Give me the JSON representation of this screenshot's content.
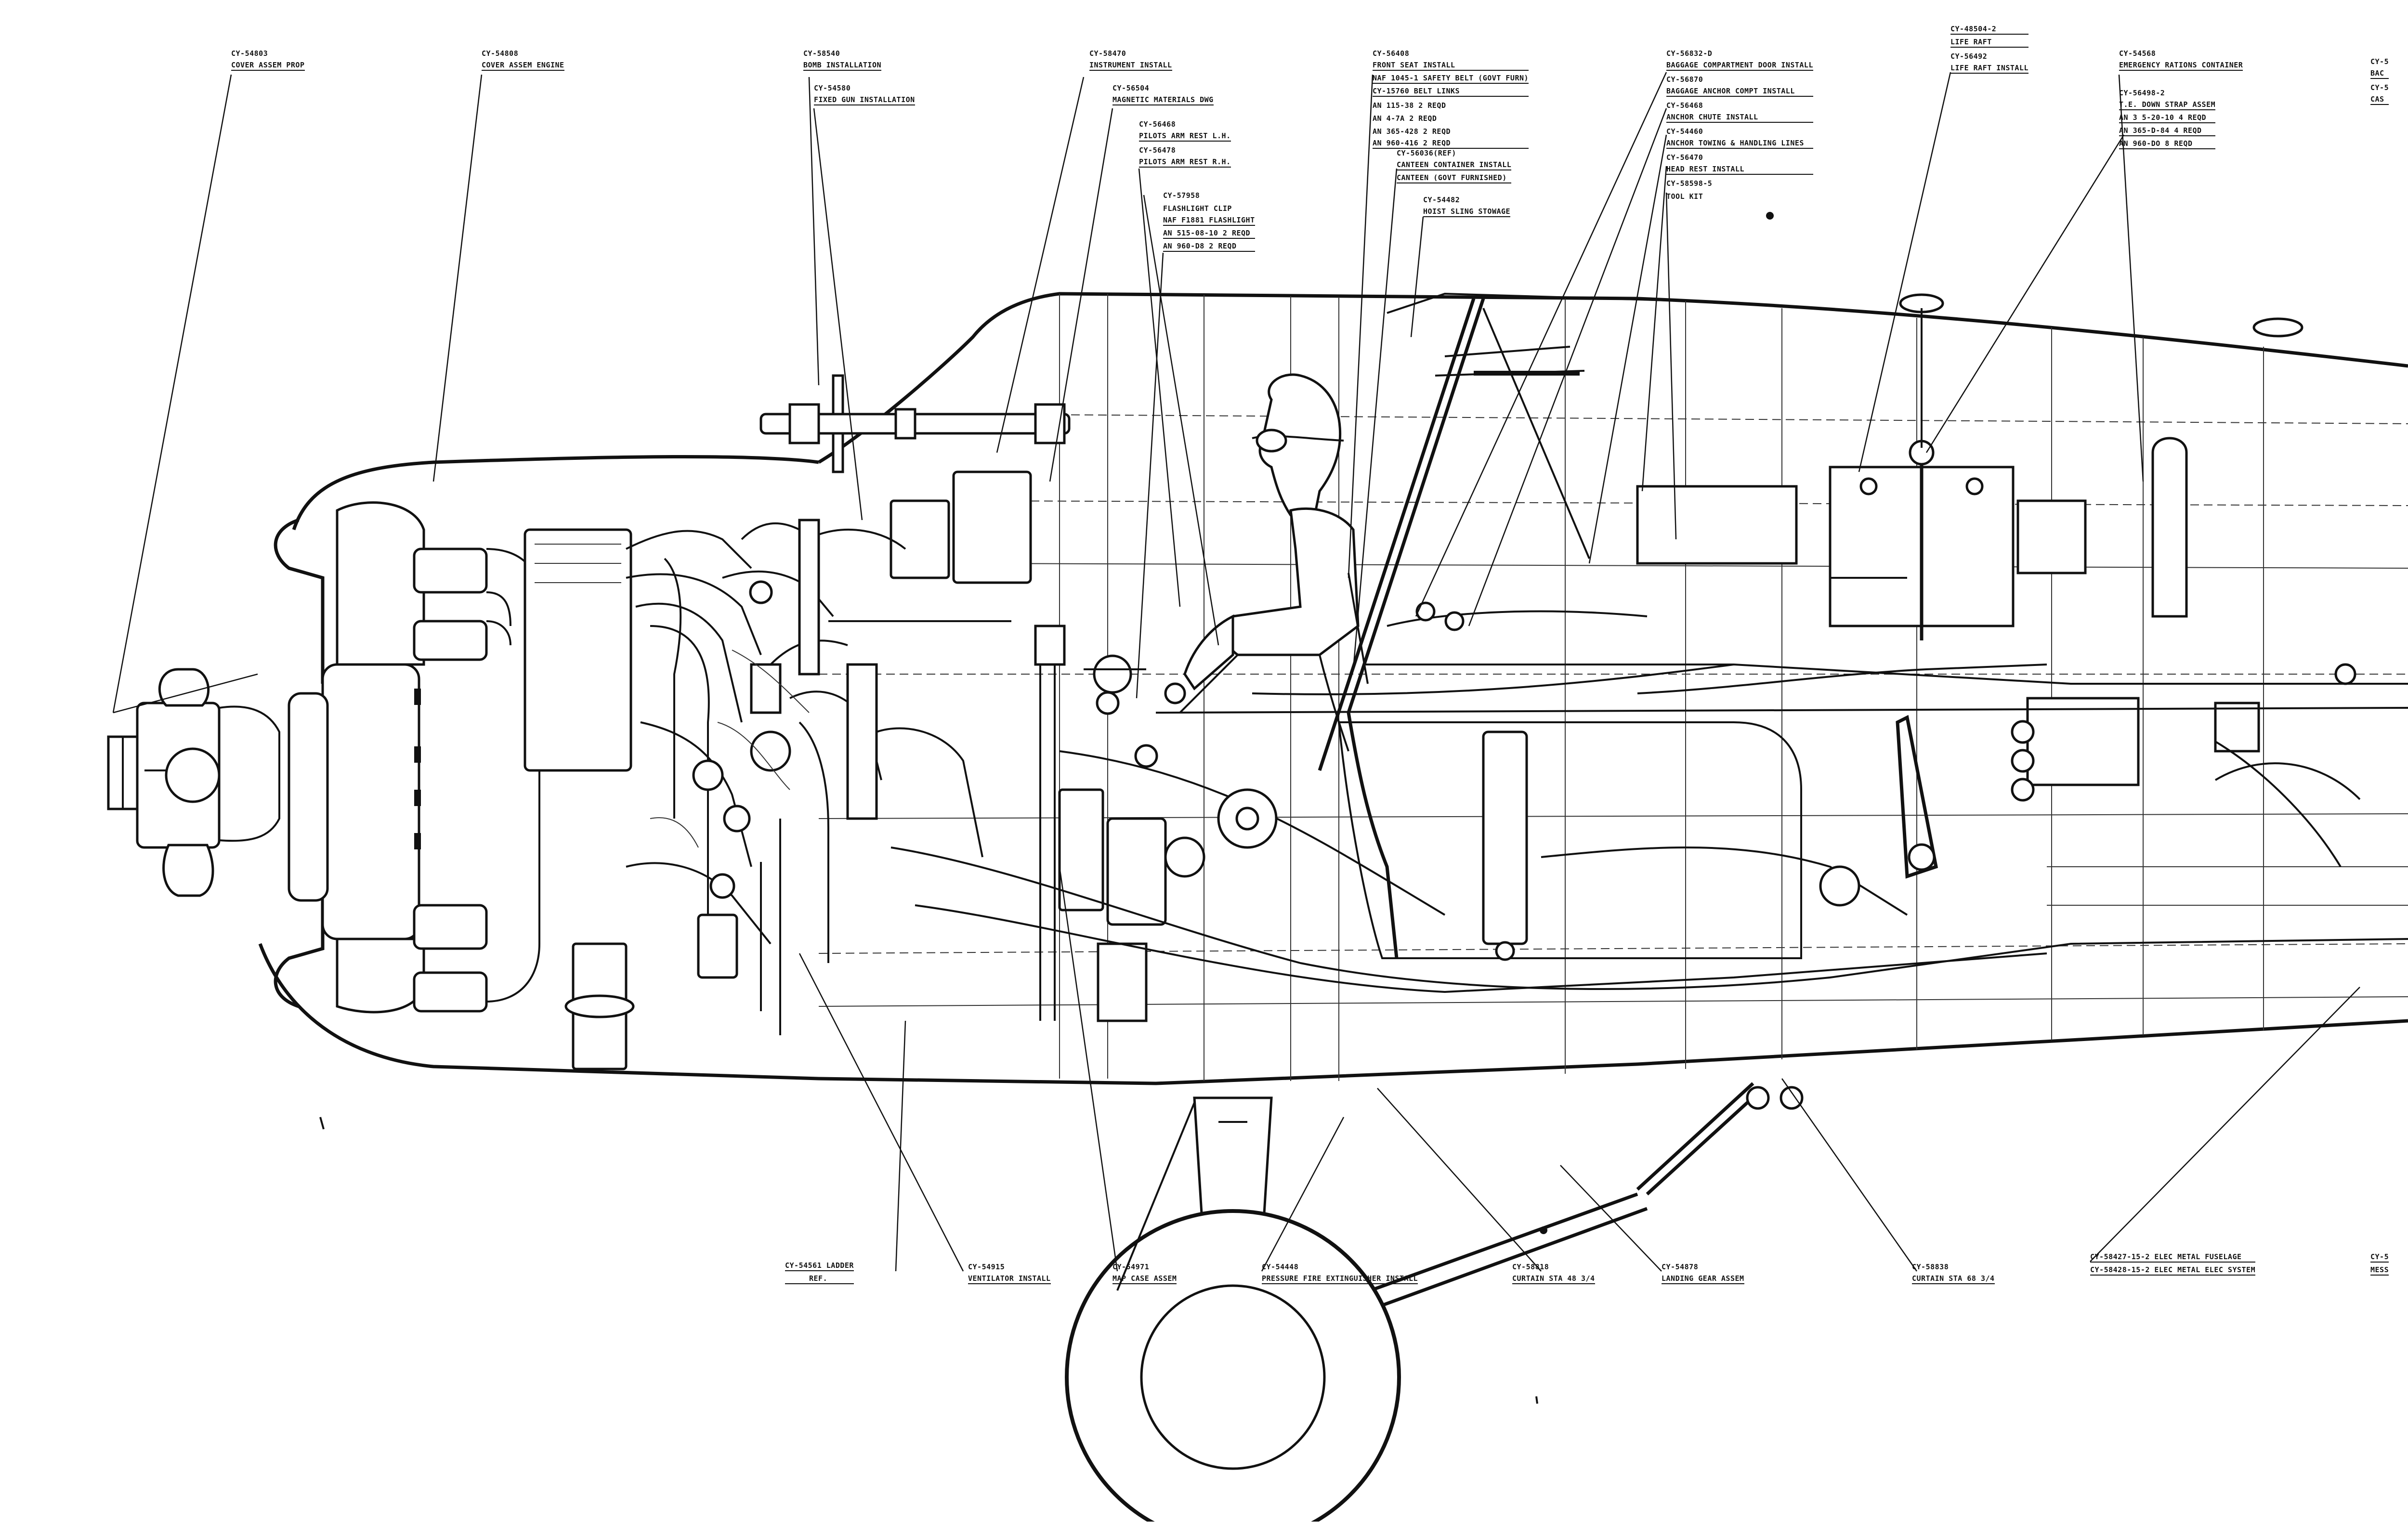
{
  "labels_top": [
    {
      "id": "cover-prop",
      "lines": [
        "CY-54803",
        "COVER ASSEM PROP"
      ]
    },
    {
      "id": "cover-engine",
      "lines": [
        "CY-54808",
        "COVER ASSEM ENGINE"
      ]
    },
    {
      "id": "bomb",
      "lines": [
        "CY-58540",
        "BOMB INSTALLATION"
      ]
    },
    {
      "id": "fixed-gun",
      "lines": [
        "CY-54580",
        "FIXED GUN INSTALLATION"
      ]
    },
    {
      "id": "instrument",
      "lines": [
        "CY-58470",
        "INSTRUMENT INSTALL"
      ]
    },
    {
      "id": "magnetic",
      "lines": [
        "CY-56504",
        "MAGNETIC MATERIALS DWG"
      ]
    },
    {
      "id": "arm-rest",
      "lines": [
        "CY-56468",
        "PILOTS ARM REST L.H.",
        "CY-56478",
        "PILOTS ARM REST R.H."
      ]
    },
    {
      "id": "flashlight",
      "lines": [
        "CY-57958",
        "FLASHLIGHT CLIP",
        "NAF F1881 FLASHLIGHT",
        "AN 515-08-10   2 REQD",
        "AN 960-D8      2 REQD"
      ]
    },
    {
      "id": "front-seat",
      "lines": [
        "CY-56408",
        "FRONT SEAT INSTALL",
        "NAF 1045-1 SAFETY BELT (GOVT FURN)",
        "CY-15760 BELT LINKS",
        "AN 115-38   2 REQD",
        "AN 4-7A     2 REQD",
        "AN 365-428  2 REQD",
        "AN 960-416  2 REQD"
      ]
    },
    {
      "id": "canteen",
      "lines": [
        "CY-56036(REF)",
        "CANTEEN CONTAINER INSTALL",
        "CANTEEN (GOVT FURNISHED)"
      ]
    },
    {
      "id": "hoist",
      "lines": [
        "CY-54482",
        "HOIST SLING STOWAGE"
      ]
    },
    {
      "id": "baggage",
      "lines": [
        "CY-56832-D",
        "BAGGAGE COMPARTMENT DOOR INSTALL",
        "CY-56870",
        "BAGGAGE ANCHOR COMPT INSTALL",
        "CY-56468",
        "ANCHOR CHUTE INSTALL",
        "CY-54460",
        "ANCHOR TOWING & HANDLING LINES",
        "CY-56470",
        "HEAD REST INSTALL",
        "CY-58598-5",
        "TOOL KIT"
      ]
    },
    {
      "id": "life-raft",
      "lines": [
        "CY-48504-2",
        "LIFE RAFT",
        "CY-56492",
        "LIFE RAFT INSTALL"
      ]
    },
    {
      "id": "rations",
      "lines": [
        "CY-54568",
        "EMERGENCY RATIONS CONTAINER"
      ]
    },
    {
      "id": "strap",
      "lines": [
        "CY-56498-2",
        "T.E. DOWN STRAP ASSEM",
        "AN 3 5-20-10   4 REQD",
        "AN 365-D-84    4 REQD",
        "AN 960-DO      8 REQD"
      ]
    },
    {
      "id": "edge-right",
      "lines": [
        "CY-5",
        "BAC",
        "CY-5",
        "CAS"
      ]
    }
  ],
  "labels_bottom": [
    {
      "id": "ladder",
      "lines": [
        "CY-54561 LADDER",
        "REF."
      ]
    },
    {
      "id": "ventilator",
      "lines": [
        "CY-54915",
        "VENTILATOR INSTALL"
      ]
    },
    {
      "id": "map-case",
      "lines": [
        "CY-54971",
        "MAP CASE ASSEM"
      ]
    },
    {
      "id": "extinguisher",
      "lines": [
        "CY-54448",
        "PRESSURE FIRE EXTINGUISHER INSTALL"
      ]
    },
    {
      "id": "curtain-1",
      "lines": [
        "CY-58818",
        "CURTAIN STA 48 3/4"
      ]
    },
    {
      "id": "landing-gear",
      "lines": [
        "CY-54878",
        "LANDING GEAR ASSEM"
      ]
    },
    {
      "id": "curtain-2",
      "lines": [
        "CY-58838",
        "CURTAIN STA 68 3/4"
      ]
    },
    {
      "id": "fuselage",
      "lines": [
        "CY-58427-15-2 ELEC METAL FUSELAGE",
        "CY-58428-15-2 ELEC METAL ELEC SYSTEM"
      ]
    },
    {
      "id": "edge-bottom",
      "lines": [
        "CY-5",
        "MESS"
      ]
    }
  ]
}
